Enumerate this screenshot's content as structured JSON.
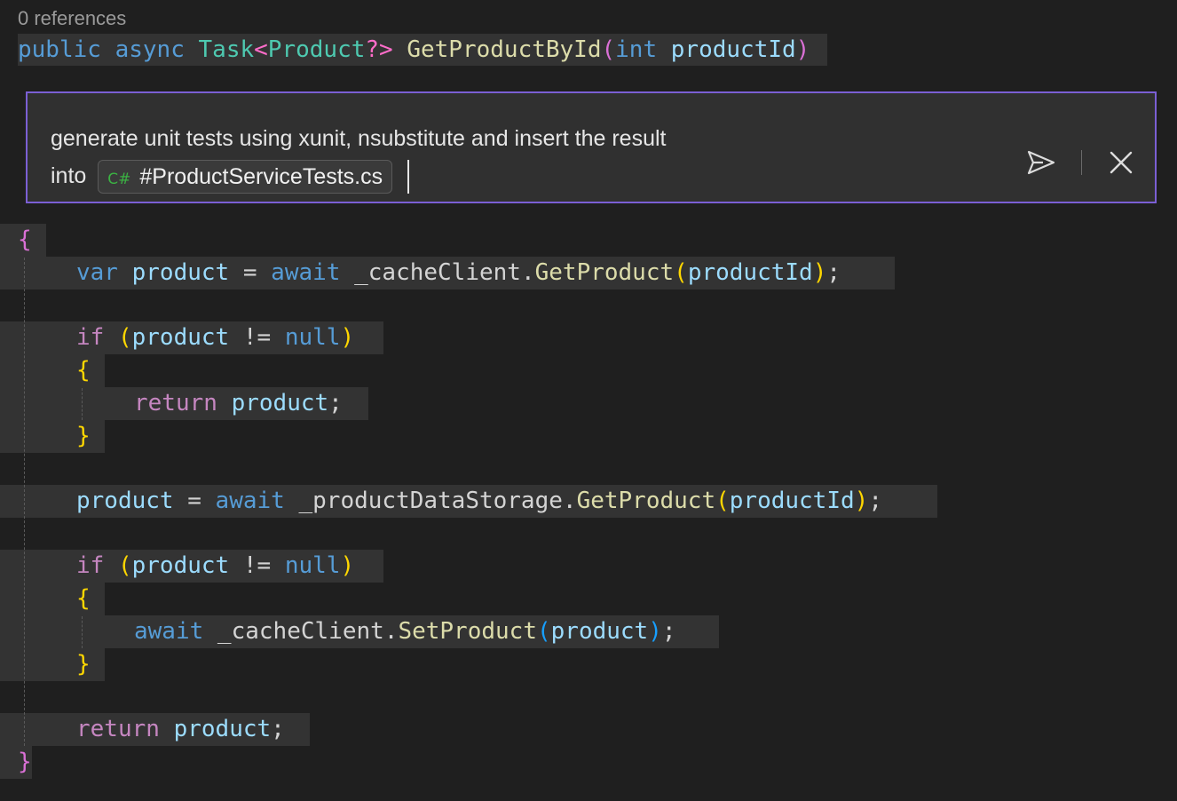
{
  "codelens": {
    "references": "0 references"
  },
  "signature": {
    "tokens": [
      {
        "t": "public",
        "c": "k-blue"
      },
      {
        "t": " ",
        "c": "t-plain"
      },
      {
        "t": "async",
        "c": "k-blue"
      },
      {
        "t": " ",
        "c": "t-plain"
      },
      {
        "t": "Task",
        "c": "t-type"
      },
      {
        "t": "<",
        "c": "t-pink"
      },
      {
        "t": "Product",
        "c": "t-type"
      },
      {
        "t": "?>",
        "c": "t-pink"
      },
      {
        "t": " ",
        "c": "t-plain"
      },
      {
        "t": "GetProductById",
        "c": "t-fn"
      },
      {
        "t": "(",
        "c": "t-paren-pink"
      },
      {
        "t": "int",
        "c": "k-blue"
      },
      {
        "t": " ",
        "c": "t-plain"
      },
      {
        "t": "productId",
        "c": "t-var"
      },
      {
        "t": ")",
        "c": "t-paren-pink"
      }
    ]
  },
  "chat": {
    "line1": "generate unit tests using xunit, nsubstitute and insert the result",
    "line2_prefix": "into",
    "file_chip": {
      "icon": "C#",
      "label": "#ProductServiceTests.cs"
    },
    "send_icon": "send-icon",
    "close_icon": "close-icon",
    "accent": "#7b5fd4"
  },
  "code": [
    {
      "tokens": [
        {
          "t": "{",
          "c": "t-paren-pink"
        }
      ]
    },
    {
      "tokens": [
        {
          "t": "var",
          "c": "k-blue"
        },
        {
          "t": " ",
          "c": "t-plain"
        },
        {
          "t": "product",
          "c": "t-var"
        },
        {
          "t": " = ",
          "c": "t-plain"
        },
        {
          "t": "await",
          "c": "k-blue"
        },
        {
          "t": " _cacheClient.",
          "c": "t-plain"
        },
        {
          "t": "GetProduct",
          "c": "t-fn"
        },
        {
          "t": "(",
          "c": "t-paren-gold"
        },
        {
          "t": "productId",
          "c": "t-var"
        },
        {
          "t": ")",
          "c": "t-paren-gold"
        },
        {
          "t": ";",
          "c": "t-plain"
        }
      ]
    },
    {
      "tokens": [
        {
          "t": "if",
          "c": "k-purple"
        },
        {
          "t": " ",
          "c": "t-plain"
        },
        {
          "t": "(",
          "c": "t-paren-gold"
        },
        {
          "t": "product",
          "c": "t-var"
        },
        {
          "t": " != ",
          "c": "t-plain"
        },
        {
          "t": "null",
          "c": "k-blue"
        },
        {
          "t": ")",
          "c": "t-paren-gold"
        }
      ]
    },
    {
      "tokens": [
        {
          "t": "{",
          "c": "t-paren-gold"
        }
      ]
    },
    {
      "tokens": [
        {
          "t": "return",
          "c": "k-purple"
        },
        {
          "t": " ",
          "c": "t-plain"
        },
        {
          "t": "product",
          "c": "t-var"
        },
        {
          "t": ";",
          "c": "t-plain"
        }
      ]
    },
    {
      "tokens": [
        {
          "t": "}",
          "c": "t-paren-gold"
        }
      ]
    },
    {
      "tokens": [
        {
          "t": "product",
          "c": "t-var"
        },
        {
          "t": " = ",
          "c": "t-plain"
        },
        {
          "t": "await",
          "c": "k-blue"
        },
        {
          "t": " _productDataStorage.",
          "c": "t-plain"
        },
        {
          "t": "GetProduct",
          "c": "t-fn"
        },
        {
          "t": "(",
          "c": "t-paren-gold"
        },
        {
          "t": "productId",
          "c": "t-var"
        },
        {
          "t": ")",
          "c": "t-paren-gold"
        },
        {
          "t": ";",
          "c": "t-plain"
        }
      ]
    },
    {
      "tokens": [
        {
          "t": "if",
          "c": "k-purple"
        },
        {
          "t": " ",
          "c": "t-plain"
        },
        {
          "t": "(",
          "c": "t-paren-gold"
        },
        {
          "t": "product",
          "c": "t-var"
        },
        {
          "t": " != ",
          "c": "t-plain"
        },
        {
          "t": "null",
          "c": "k-blue"
        },
        {
          "t": ")",
          "c": "t-paren-gold"
        }
      ]
    },
    {
      "tokens": [
        {
          "t": "{",
          "c": "t-paren-gold"
        }
      ]
    },
    {
      "tokens": [
        {
          "t": "await",
          "c": "k-blue"
        },
        {
          "t": " _cacheClient.",
          "c": "t-plain"
        },
        {
          "t": "SetProduct",
          "c": "t-fn"
        },
        {
          "t": "(",
          "c": "t-paren-blue"
        },
        {
          "t": "product",
          "c": "t-var"
        },
        {
          "t": ")",
          "c": "t-paren-blue"
        },
        {
          "t": ";",
          "c": "t-plain"
        }
      ]
    },
    {
      "tokens": [
        {
          "t": "}",
          "c": "t-paren-gold"
        }
      ]
    },
    {
      "tokens": [
        {
          "t": "return",
          "c": "k-purple"
        },
        {
          "t": " ",
          "c": "t-plain"
        },
        {
          "t": "product",
          "c": "t-var"
        },
        {
          "t": ";",
          "c": "t-plain"
        }
      ]
    },
    {
      "tokens": [
        {
          "t": "}",
          "c": "t-paren-pink"
        }
      ]
    }
  ]
}
